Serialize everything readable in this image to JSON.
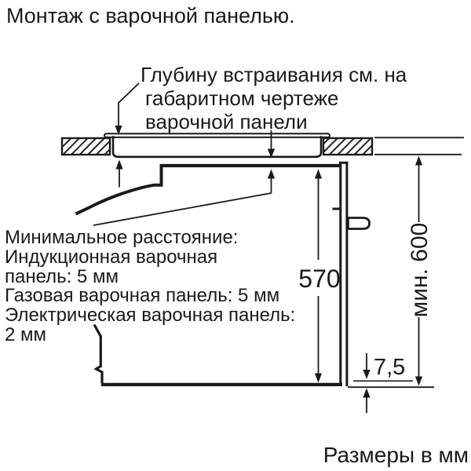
{
  "title": "Монтаж с варочной панелью.",
  "footer_note": "Размеры в мм",
  "depth_note": {
    "lines": [
      "Глубину встраивания см. на",
      "габаритном чертеже",
      "варочной панели"
    ]
  },
  "min_distance_note": {
    "lines": [
      "Минимальное расстояние:",
      "Индукционная варочная",
      "панель: 5 мм",
      "Газовая варочная панель: 5 мм",
      "Электрическая варочная панель:",
      "2 мм"
    ]
  },
  "dimensions": {
    "oven_height_mm": "570",
    "niche_height_mm": "мин. 600",
    "door_overhang_mm": "7,5"
  },
  "colors": {
    "line": "#1a1a1a",
    "background": "#ffffff"
  }
}
